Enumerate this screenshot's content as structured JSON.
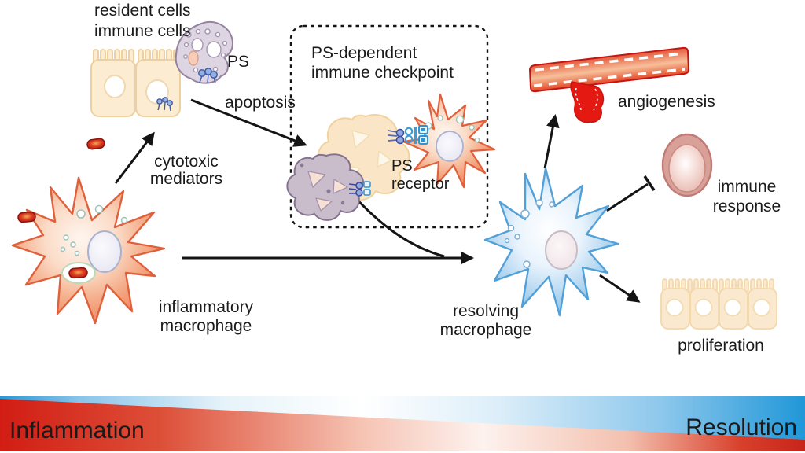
{
  "figure": {
    "type": "inflammation-resolution-diagram",
    "checkpoint_box": {
      "line1": "PS-dependent",
      "line2": "immune checkpoint"
    },
    "labels": {
      "resident_cells": "resident cells",
      "immune_cells": "immune cells",
      "ps": "PS",
      "apoptosis": "apoptosis",
      "cytotoxic_line1": "cytotoxic",
      "cytotoxic_line2": "mediators",
      "ps_receptor_line1": "PS",
      "ps_receptor_line2": "receptor",
      "inflammatory_line1": "inflammatory",
      "inflammatory_line2": "macrophage",
      "resolving_line1": "resolving",
      "resolving_line2": "macrophage",
      "angiogenesis": "angiogenesis",
      "immune_line1": "immune",
      "immune_line2": "response",
      "proliferation": "proliferation"
    },
    "axis": {
      "left": "Inflammation",
      "right": "Resolution"
    },
    "colors": {
      "inflammatory_macrophage": "#ed8560",
      "resolving_macrophage": "#76b3e3",
      "apoptotic_cell_purple": "#d8cede",
      "apoptotic_cell_cream": "#fae6c6",
      "epithelial_cell": "#fcecd2",
      "vessel_red": "#e41a12",
      "lymphocyte_pink": "#d9a09a",
      "receptor_blue": "#3f9bd8",
      "bacteria_red": "#c0251c",
      "inflammation_gradient_red": "#d22418",
      "resolution_gradient_blue": "#2097d8",
      "text": "#1a1a1a"
    }
  }
}
